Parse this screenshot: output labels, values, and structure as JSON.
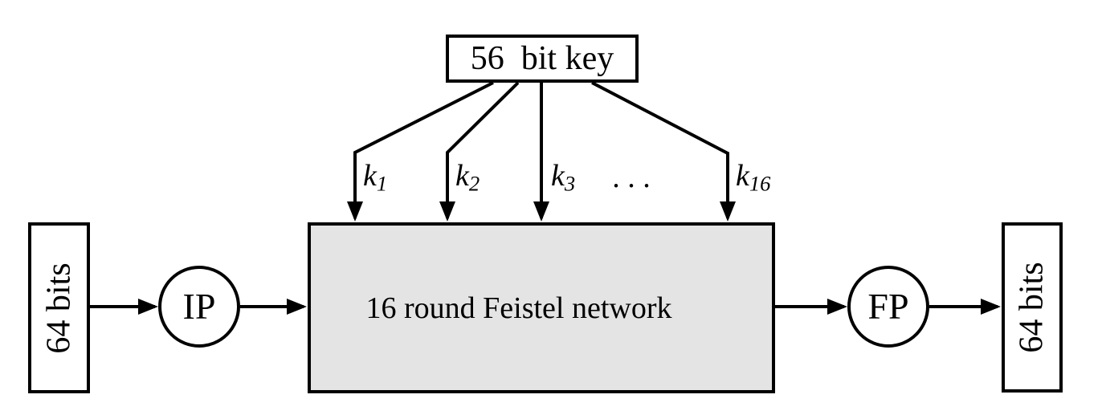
{
  "key_box": {
    "label": "56  bit key"
  },
  "round_keys": {
    "k1": {
      "base": "k",
      "sub": "1"
    },
    "k2": {
      "base": "k",
      "sub": "2"
    },
    "k3": {
      "base": "k",
      "sub": "3"
    },
    "k16": {
      "base": "k",
      "sub": "16"
    },
    "ellipsis": ". . ."
  },
  "input_box": {
    "label": "64 bits"
  },
  "ip_node": {
    "label": "IP"
  },
  "feistel_box": {
    "label": "16 round Feistel network"
  },
  "fp_node": {
    "label": "FP"
  },
  "output_box": {
    "label": "64 bits"
  },
  "colors": {
    "stroke": "#000000",
    "feistel_fill": "#e4e4e4",
    "node_fill": "#ffffff",
    "background": "#ffffff"
  }
}
